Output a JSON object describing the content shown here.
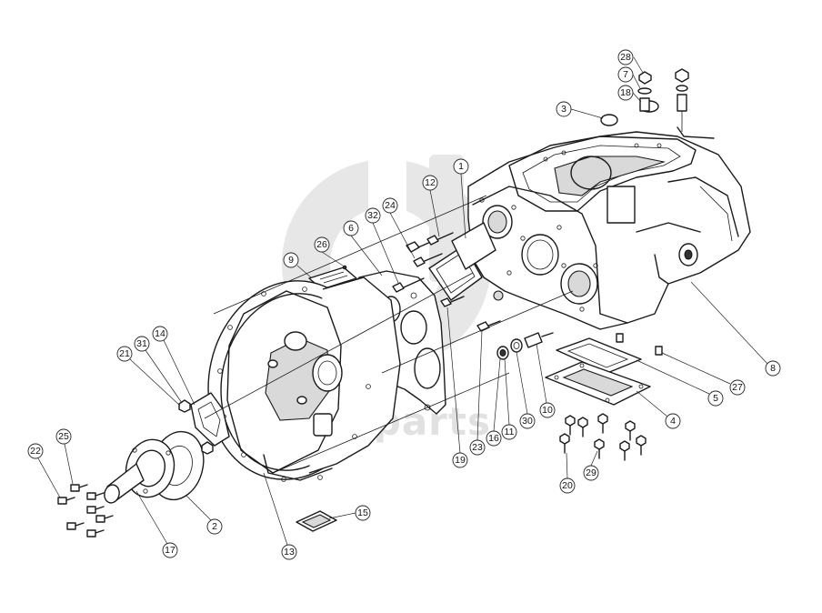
{
  "diagram": {
    "watermark_text": "carl-parts",
    "callouts": [
      {
        "num": "28"
      },
      {
        "num": "7"
      },
      {
        "num": "18"
      },
      {
        "num": "3"
      },
      {
        "num": "1"
      },
      {
        "num": "12"
      },
      {
        "num": "24"
      },
      {
        "num": "32"
      },
      {
        "num": "6"
      },
      {
        "num": "26"
      },
      {
        "num": "9"
      },
      {
        "num": "14"
      },
      {
        "num": "31"
      },
      {
        "num": "21"
      },
      {
        "num": "25"
      },
      {
        "num": "22"
      },
      {
        "num": "8"
      },
      {
        "num": "27"
      },
      {
        "num": "5"
      },
      {
        "num": "4"
      },
      {
        "num": "10"
      },
      {
        "num": "11"
      },
      {
        "num": "30"
      },
      {
        "num": "16"
      },
      {
        "num": "23"
      },
      {
        "num": "19"
      },
      {
        "num": "29"
      },
      {
        "num": "20"
      },
      {
        "num": "15"
      },
      {
        "num": "2"
      },
      {
        "num": "17"
      },
      {
        "num": "13"
      }
    ]
  }
}
